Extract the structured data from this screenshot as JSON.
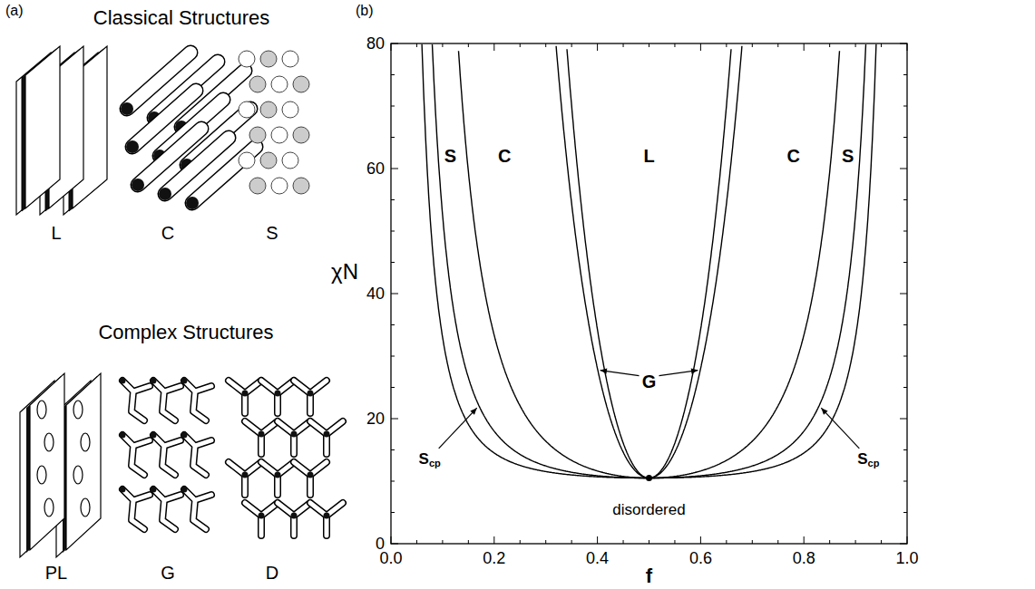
{
  "diagram": {
    "labels": [
      "(a)",
      "Classical Structures",
      "L",
      "C",
      "S",
      "Complex Structures",
      "PL",
      "G",
      "D",
      "(b)",
      "80",
      "60",
      "40",
      "20",
      "0",
      "χN",
      "0.0",
      "0.2",
      "0.4",
      "0.6",
      "0.8",
      "1.0",
      "f",
      "S",
      "C",
      "L",
      "C",
      "S",
      "G",
      "Scp",
      "Scp",
      "disordered"
    ]
  }
}
